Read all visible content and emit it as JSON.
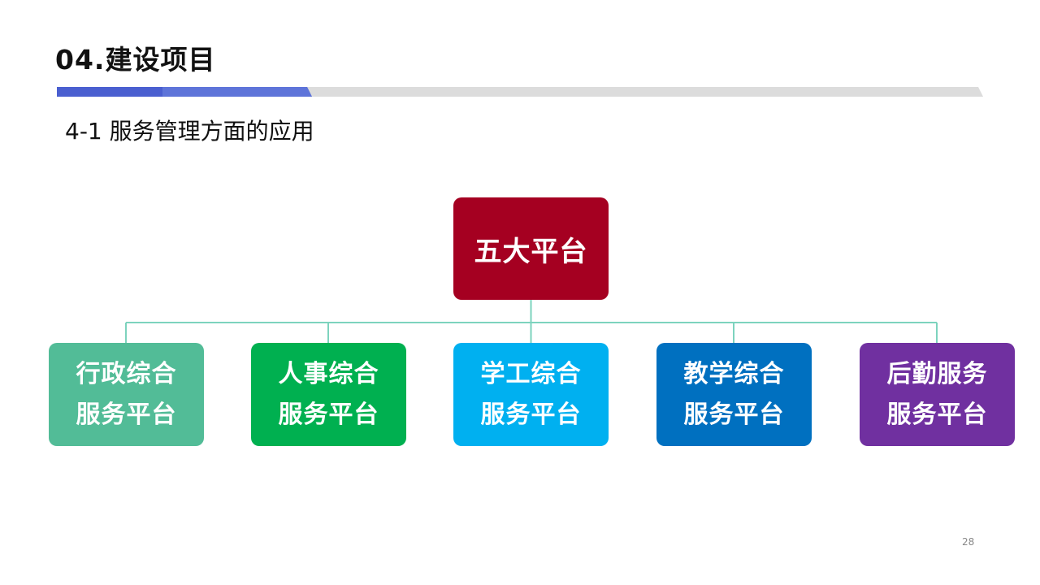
{
  "header": {
    "title": "04.建设项目",
    "subtitle": "4-1 服务管理方面的应用"
  },
  "diagram": {
    "root": {
      "label": "五大平台",
      "color": "#A50021"
    },
    "connector_color": "#7DD3BE",
    "children": [
      {
        "line1": "行政综合",
        "line2": "服务平台",
        "color": "#52BC97"
      },
      {
        "line1": "人事综合",
        "line2": "服务平台",
        "color": "#00B050"
      },
      {
        "line1": "学工综合",
        "line2": "服务平台",
        "color": "#00B0F0"
      },
      {
        "line1": "教学综合",
        "line2": "服务平台",
        "color": "#0070C0"
      },
      {
        "line1": "后勤服务",
        "line2": "服务平台",
        "color": "#7030A0"
      }
    ]
  },
  "footer": {
    "page_number": "28"
  },
  "colors": {
    "bar_accent": "#4A5FD0",
    "bar_gray": "#DCDCDC"
  }
}
